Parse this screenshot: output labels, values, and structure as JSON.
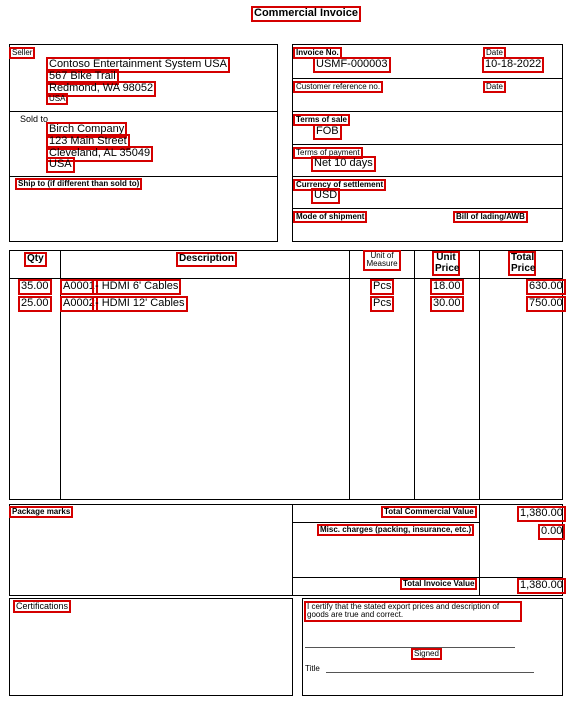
{
  "title": "Commercial Invoice",
  "seller": {
    "label": "Seller",
    "name": "Contoso Entertainment System USA",
    "street": "567 Bike Trail",
    "city_line": "Redmond, WA 98052",
    "country": "USA"
  },
  "sold_to": {
    "label": "Sold to",
    "name": "Birch Company",
    "street": "123 Main Street",
    "city_line": "Cleveland, AL 35049",
    "country": "USA"
  },
  "ship_to": {
    "label": "Ship to (if different than sold to)"
  },
  "invoice": {
    "number_label": "Invoice No.",
    "number": "USMF-000003",
    "date_label": "Date",
    "date": "10-18-2022",
    "customer_ref_label": "Customer reference no.",
    "customer_ref_date_label": "Date",
    "terms_of_sale_label": "Terms of sale",
    "terms_of_sale": "FOB",
    "terms_of_payment_label": "Terms of payment",
    "terms_of_payment": "Net 10 days",
    "currency_label": "Currency of settlement",
    "currency": "USD",
    "mode_of_shipment_label": "Mode of shipment",
    "bill_of_lading_label": "Bill of lading/AWB"
  },
  "items_table": {
    "headers": {
      "qty": "Qty",
      "description": "Description",
      "unit_of_measure": "Unit of Measure",
      "unit_price": "Unit Price",
      "total_price": "Total Price"
    },
    "rows": [
      {
        "qty": "35.00",
        "item_id": "A0001",
        "description": "- HDMI 6' Cables",
        "unit": "Pcs",
        "unit_price": "18.00",
        "total": "630.00"
      },
      {
        "qty": "25.00",
        "item_id": "A0002",
        "description": "- HDMI 12' Cables",
        "unit": "Pcs",
        "unit_price": "30.00",
        "total": "750.00"
      }
    ]
  },
  "totals": {
    "package_marks_label": "Package marks",
    "total_commercial_value_label": "Total Commercial Value",
    "total_commercial_value": "1,380.00",
    "misc_charges_label": "Misc. charges (packing, insurance, etc.)",
    "misc_charges": "0.00",
    "total_invoice_value_label": "Total Invoice Value",
    "total_invoice_value": "1,380.00"
  },
  "certifications": {
    "label": "Certifications",
    "statement": "I certify that the stated export prices and description of goods are true and correct.",
    "signed_label": "Signed",
    "title_label": "Title"
  }
}
